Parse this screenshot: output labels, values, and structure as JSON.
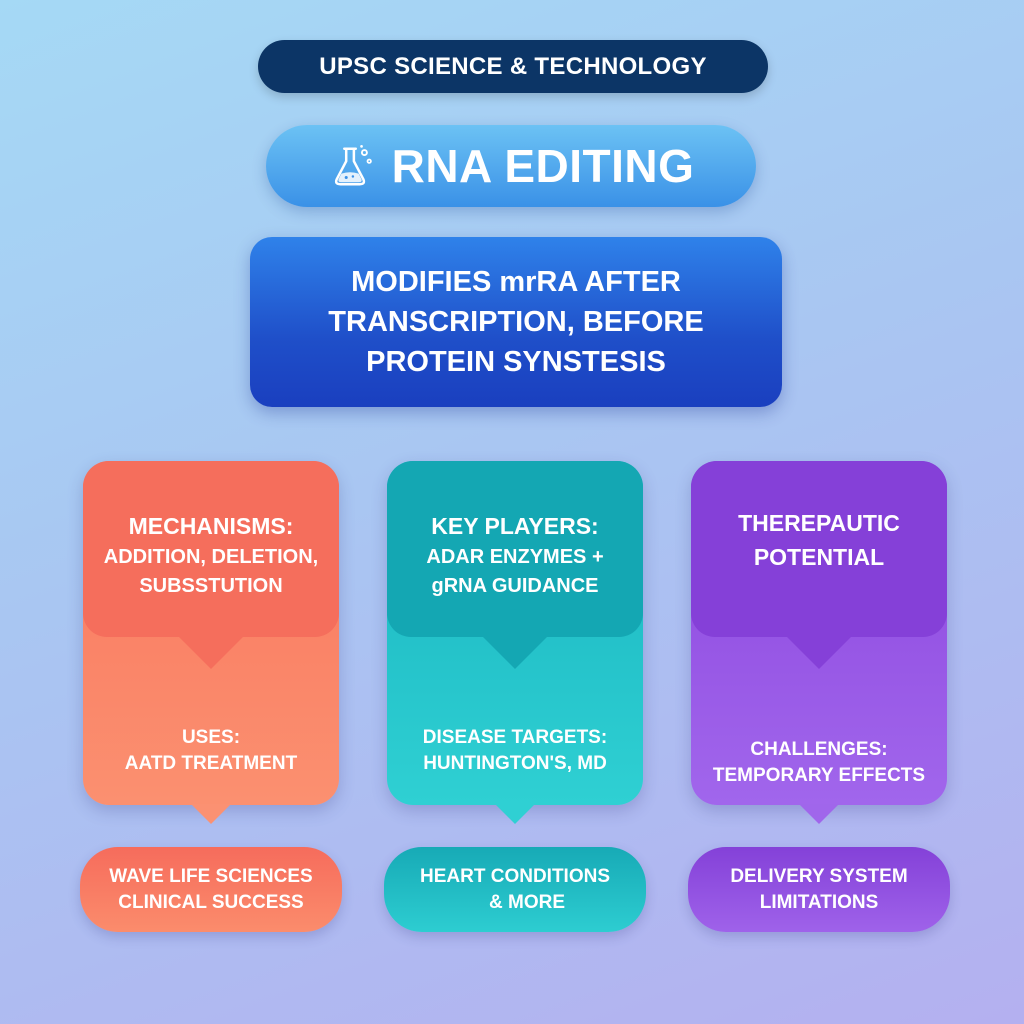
{
  "header": {
    "label": "UPSC SCIENCE & TECHNOLOGY"
  },
  "title": {
    "icon": "flask-icon",
    "text": "RNA EDITING"
  },
  "definition": {
    "lines": [
      "MODIFIES mrRA AFTER",
      "TRANSCRIPTION, BEFORE",
      "PROTEIN SYNSTESIS"
    ]
  },
  "cards": [
    {
      "heading": "MECHANISMS:",
      "sub_lines": [
        "ADDITION, DELETION,",
        "SUBSSTUTION"
      ],
      "bottom_lines": [
        "USES:",
        "AATD TREATMENT"
      ],
      "pill_lines": [
        "WAVE LIFE SCIENCES",
        "CLINICAL SUCCESS"
      ]
    },
    {
      "heading": "KEY PLAYERS:",
      "sub_lines": [
        "ADAR ENZYMES +",
        "gRNA GUIDANCE"
      ],
      "bottom_lines": [
        "DISEASE TARGETS:",
        "HUNTINGTON'S, MD"
      ],
      "pill_lines": [
        "HEART CONDITIONS",
        "& MORE"
      ]
    },
    {
      "heading_lines": [
        "THEREPAUTIC",
        "POTENTIAL"
      ],
      "bottom_lines": [
        "CHALLENGES:",
        "TEMPORARY EFFECTS"
      ],
      "pill_lines": [
        "DELIVERY SYSTEM",
        "LIMITATIONS"
      ]
    }
  ],
  "colors": {
    "header_bg": "#0c3566",
    "mechanisms": "#f56e5c",
    "players": "#14a7b3",
    "therapeutic": "#8540d8"
  }
}
